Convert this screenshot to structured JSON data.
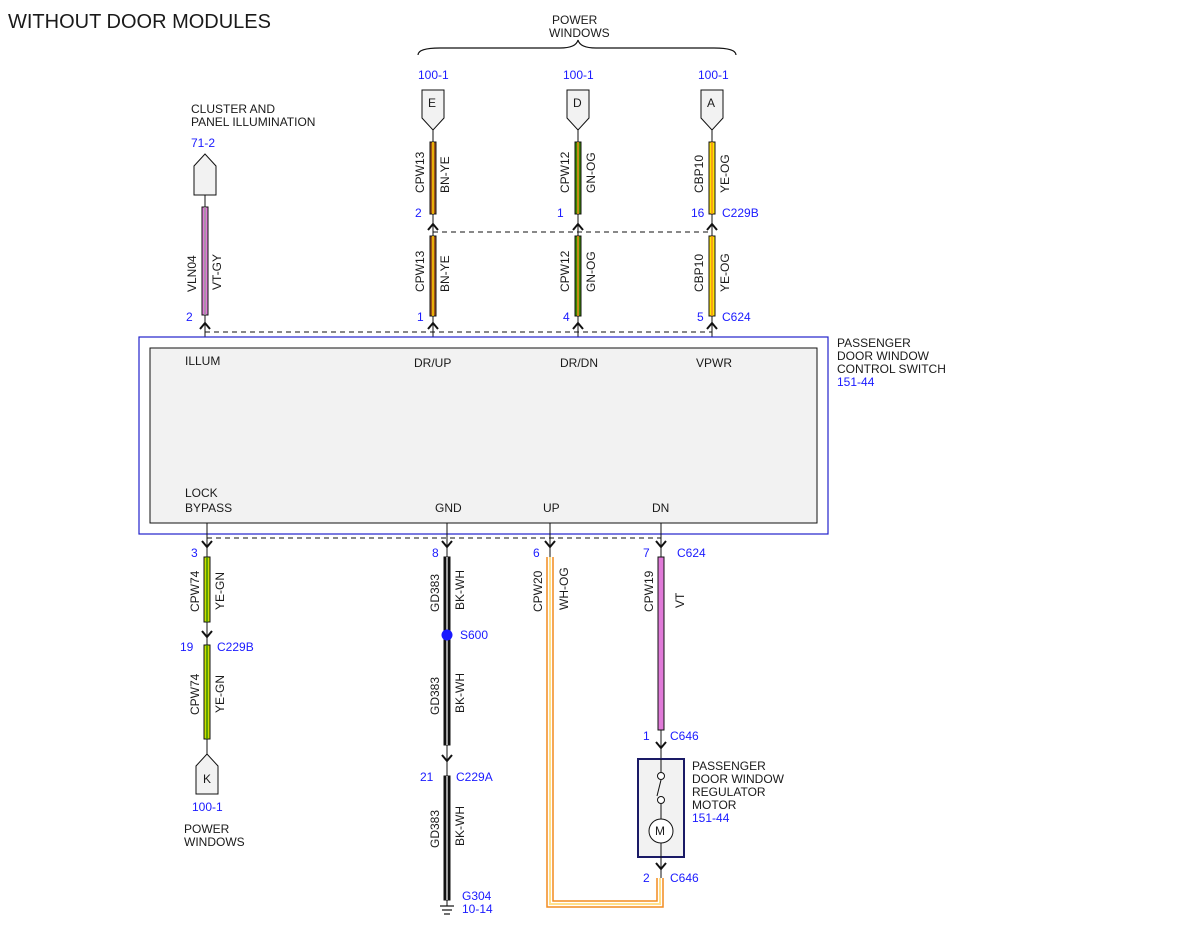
{
  "title": "WITHOUT DOOR MODULES",
  "brace_label": [
    "POWER",
    "WINDOWS"
  ],
  "top_connectors": [
    {
      "ref": "100-1",
      "letter": "E"
    },
    {
      "ref": "100-1",
      "letter": "D"
    },
    {
      "ref": "100-1",
      "letter": "A"
    }
  ],
  "cluster": {
    "label": [
      "CLUSTER AND",
      "PANEL ILLUMINATION"
    ],
    "ref": "71-2"
  },
  "top_wires": [
    {
      "upper": {
        "circuit": "CPW13",
        "color": "BN-YE",
        "pin": "2"
      },
      "lower": {
        "circuit": "CPW13",
        "color": "BN-YE",
        "pin": "1"
      }
    },
    {
      "upper": {
        "circuit": "CPW12",
        "color": "GN-OG",
        "pin": "1"
      },
      "lower": {
        "circuit": "CPW12",
        "color": "GN-OG",
        "pin": "4"
      }
    },
    {
      "upper": {
        "circuit": "CBP10",
        "color": "YE-OG",
        "pin": "16"
      },
      "lower": {
        "circuit": "CBP10",
        "color": "YE-OG",
        "pin": "5"
      }
    }
  ],
  "cluster_wire": {
    "circuit": "VLN04",
    "color": "VT-GY",
    "pin": "2"
  },
  "connector_c229b_top": "C229B",
  "connector_c624_top": "C624",
  "switch": {
    "label": [
      "PASSENGER",
      "DOOR WINDOW",
      "CONTROL SWITCH"
    ],
    "ref": "151-44",
    "top_pins": [
      "ILLUM",
      "DR/UP",
      "DR/DN",
      "VPWR"
    ],
    "bottom_pins": [
      "LOCK",
      "BYPASS",
      "GND",
      "UP",
      "DN"
    ]
  },
  "bottom": {
    "lock": {
      "pin": "3",
      "circuit": "CPW74",
      "color": "YE-GN",
      "pin2": "19",
      "connector2": "C229B",
      "circuit2": "CPW74",
      "color2": "YE-GN",
      "letter": "K",
      "ref": "100-1",
      "label": [
        "POWER",
        "WINDOWS"
      ]
    },
    "gnd": {
      "pin": "8",
      "circuit": "GD383",
      "color": "BK-WH",
      "splice": "S600",
      "circuit2": "GD383",
      "color2": "BK-WH",
      "pin3": "21",
      "connector3": "C229A",
      "circuit3": "GD383",
      "color3": "BK-WH",
      "ground": "G304",
      "ground_ref": "10-14"
    },
    "up": {
      "pin": "6",
      "circuit": "CPW20",
      "color": "WH-OG"
    },
    "dn": {
      "pin": "7",
      "connector": "C624",
      "circuit": "CPW19",
      "color": "VT"
    },
    "motor": {
      "pin_top": "1",
      "connector_top": "C646",
      "pin_bottom": "2",
      "connector_bottom": "C646",
      "symbol": "M",
      "label": [
        "PASSENGER",
        "DOOR WINDOW",
        "REGULATOR",
        "MOTOR"
      ],
      "ref": "151-44"
    }
  },
  "colors": {
    "ref_blue": "#1a1aff",
    "brown": "#a0521c",
    "orange": "#f28c1e",
    "green": "#3a8a00",
    "yellow": "#ffe600",
    "violet": "#e07ad8",
    "lime": "#c8e000",
    "white": "#ffffff",
    "black": "#111111"
  }
}
